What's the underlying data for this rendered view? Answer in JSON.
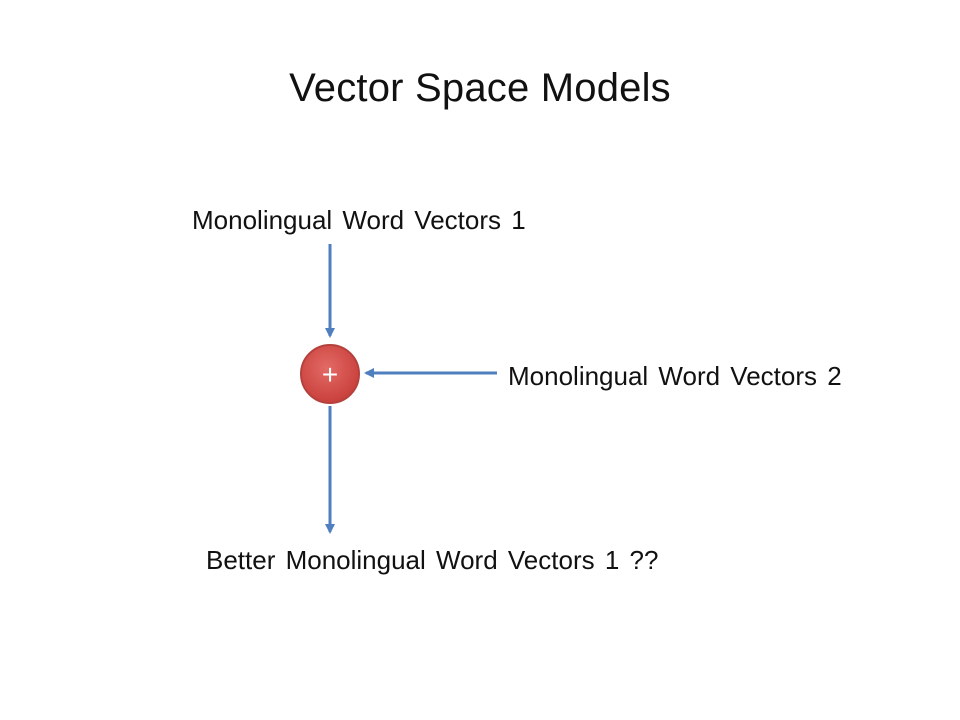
{
  "slide": {
    "title": "Vector Space Models"
  },
  "diagram": {
    "input1_label": "Monolingual Word Vectors 1",
    "input2_label": "Monolingual Word Vectors 2",
    "output_label": "Better Monolingual Word Vectors 1 ??",
    "combine_symbol": "+",
    "colors": {
      "arrow": "#4f7fbf",
      "node_fill": "#d9534f",
      "node_stroke": "#c0504d",
      "symbol": "#ffffff"
    }
  }
}
